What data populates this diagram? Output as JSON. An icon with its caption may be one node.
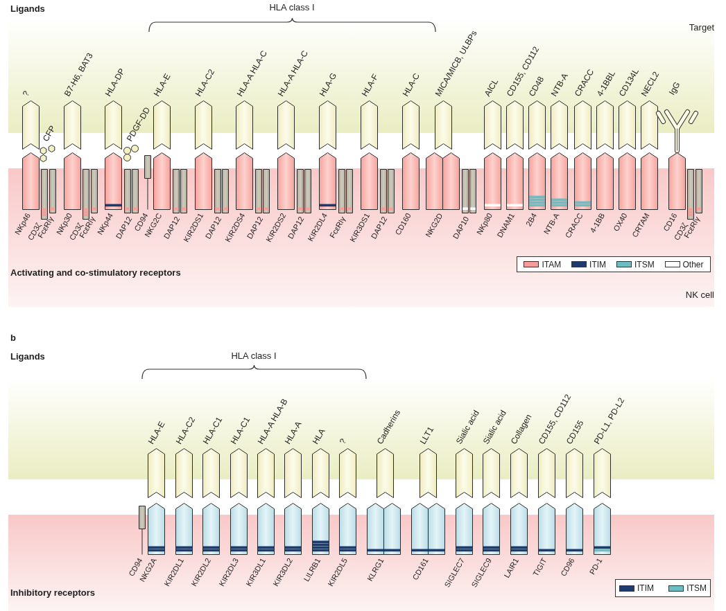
{
  "diagram": {
    "nodes": [
      {
        "text": [
          "?"
        ]
      },
      {
        "text": [
          "NKp46"
        ]
      },
      {
        "text": [
          "CD3ζ"
        ]
      },
      {
        "text": [
          "FcεRIγ"
        ]
      },
      {
        "text": [
          "CFP"
        ]
      },
      {
        "text": [
          "B7-H6, BAT3"
        ]
      },
      {
        "text": [
          "NKp30"
        ]
      },
      {
        "text": [
          "CD3ζ"
        ]
      },
      {
        "text": [
          "FcεRIγ"
        ]
      },
      {
        "text": [
          "HLA-DP"
        ]
      },
      {
        "text": [
          "NKp44"
        ]
      },
      {
        "text": [
          "PDGF-DD"
        ]
      },
      {
        "text": [
          "DAP12"
        ]
      },
      {
        "text": [
          "CD94"
        ]
      },
      {
        "text": [
          "HLA-E"
        ]
      },
      {
        "text": [
          "NKG2C"
        ]
      },
      {
        "text": [
          "DAP12"
        ]
      },
      {
        "text": [
          "HLA-C2"
        ]
      },
      {
        "text": [
          "KIR2DS1"
        ]
      },
      {
        "text": [
          "DAP12"
        ]
      },
      {
        "text": [
          "HLA-A HLA-C"
        ]
      },
      {
        "text": [
          "KIR2DS4"
        ]
      },
      {
        "text": [
          "DAP12"
        ]
      },
      {
        "text": [
          "HLA-A HLA-C"
        ]
      },
      {
        "text": [
          "KIR2DS2"
        ]
      },
      {
        "text": [
          "DAP12"
        ]
      },
      {
        "text": [
          "HLA-G"
        ]
      },
      {
        "text": [
          "KIR2DL4"
        ]
      },
      {
        "text": [
          "FcεRIγ"
        ]
      },
      {
        "text": [
          "HLA-F"
        ]
      },
      {
        "text": [
          "KIR3DS1"
        ]
      },
      {
        "text": [
          "DAP12"
        ]
      },
      {
        "text": [
          "HLA-C"
        ]
      },
      {
        "text": [
          "CD160"
        ]
      },
      {
        "text": [
          "MICA/MICB, ULBPs"
        ]
      },
      {
        "text": [
          "NKG2D"
        ]
      },
      {
        "text": [
          "DAP10"
        ]
      },
      {
        "text": [
          "AICL"
        ]
      },
      {
        "text": [
          "NKp80"
        ]
      },
      {
        "text": [
          "CD155, CD112"
        ]
      },
      {
        "text": [
          "DNAM1"
        ]
      },
      {
        "text": [
          "CD48"
        ]
      },
      {
        "text": [
          "2B4"
        ]
      },
      {
        "text": [
          "NTB-A"
        ]
      },
      {
        "text": [
          "NTB-A"
        ]
      },
      {
        "text": [
          "CRACC"
        ]
      },
      {
        "text": [
          "CRACC"
        ]
      },
      {
        "text": [
          "4-1BBL"
        ]
      },
      {
        "text": [
          "4-1BB"
        ]
      },
      {
        "text": [
          "CD134L"
        ]
      },
      {
        "text": [
          "OX40"
        ]
      },
      {
        "text": [
          "NECL2"
        ]
      },
      {
        "text": [
          "CRTAM"
        ]
      },
      {
        "text": [
          "IgG"
        ]
      },
      {
        "text": [
          "CD16"
        ]
      },
      {
        "text": [
          "CD3ζ"
        ]
      },
      {
        "text": [
          "FcεRIγ"
        ]
      },
      {
        "text": [
          "HLA-E"
        ]
      },
      {
        "text": [
          "CD94"
        ]
      },
      {
        "text": [
          "NKG2A"
        ]
      },
      {
        "text": [
          "HLA-C2"
        ]
      },
      {
        "text": [
          "KIR2DL1"
        ]
      },
      {
        "text": [
          "HLA-C1"
        ]
      },
      {
        "text": [
          "KIR2DL2"
        ]
      },
      {
        "text": [
          "HLA-C1"
        ]
      },
      {
        "text": [
          "KIR2DL3"
        ]
      },
      {
        "text": [
          "HLA-A HLA-B"
        ]
      },
      {
        "text": [
          "KIR3DL1"
        ]
      },
      {
        "text": [
          "HLA-A"
        ]
      },
      {
        "text": [
          "KIR3DL2"
        ]
      },
      {
        "text": [
          "HLA"
        ]
      },
      {
        "text": [
          "LILRB1"
        ]
      },
      {
        "text": [
          "?"
        ]
      },
      {
        "text": [
          "KIR2DL5"
        ]
      },
      {
        "text": [
          "Cadherins"
        ]
      },
      {
        "text": [
          "KLRG1"
        ]
      },
      {
        "text": [
          "LLT1"
        ]
      },
      {
        "text": [
          "CD161"
        ]
      },
      {
        "text": [
          "Sialic acid"
        ]
      },
      {
        "text": [
          "SIGLEC7"
        ]
      },
      {
        "text": [
          "Sialic acid"
        ]
      },
      {
        "text": [
          "SIGLEC9"
        ]
      },
      {
        "text": [
          "Collagen"
        ]
      },
      {
        "text": [
          "LAIR1"
        ]
      },
      {
        "text": [
          "CD155, CD112"
        ]
      },
      {
        "text": [
          "TIGIT"
        ]
      },
      {
        "text": [
          "CD155"
        ]
      },
      {
        "text": [
          "CD96"
        ]
      },
      {
        "text": [
          "PD-L1, PD-L2"
        ]
      },
      {
        "text": [
          "PD-1"
        ]
      }
    ],
    "labels": [
      "Ligands",
      "HLA class I",
      "Target",
      "Activating and co-stimulatory receptors",
      "NK cell",
      "b",
      "Ligands",
      "HLA class I",
      "Inhibitory receptors"
    ],
    "legend": [
      {
        "text": "ITAM",
        "color": "#f59d98"
      },
      {
        "text": "ITIM",
        "color": "#1d3b6e"
      },
      {
        "text": "ITSM",
        "color": "#6dbdc4"
      },
      {
        "text": "Other",
        "color": "#ffffff"
      },
      {
        "text": "ITIM",
        "color": "#1d3b6e"
      },
      {
        "text": "ITSM",
        "color": "#6dbdc4"
      }
    ]
  }
}
